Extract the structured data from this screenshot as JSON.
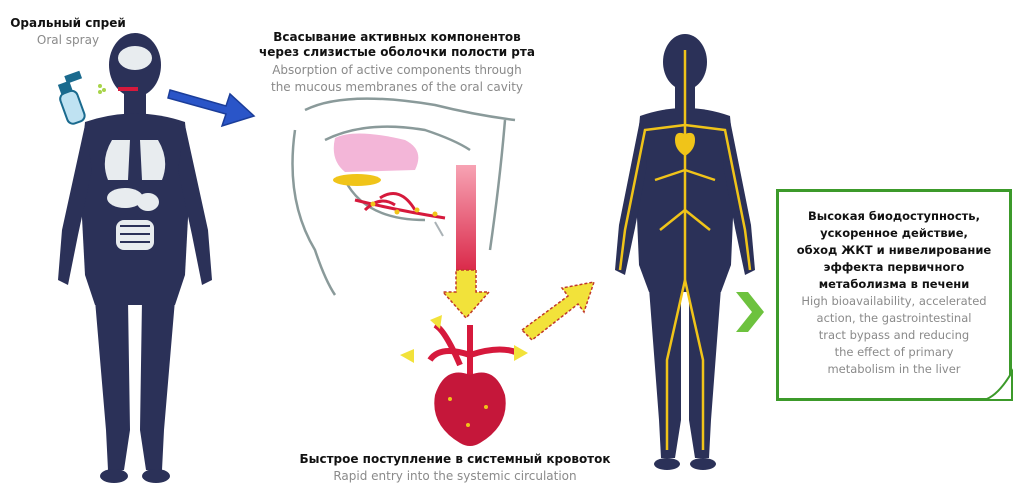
{
  "oral_spray": {
    "label_ru": "Оральный спрей",
    "label_en": "Oral spray"
  },
  "absorption": {
    "label_ru_line1": "Всасывание активных компонентов",
    "label_ru_line2": "через слизистые оболочки полости рта",
    "label_en_line1": "Absorption of active components through",
    "label_en_line2": "the mucous membranes of the oral cavity"
  },
  "circulation": {
    "label_ru": "Быстрое поступление в системный кровоток",
    "label_en": "Rapid entry into the systemic circulation"
  },
  "benefits": {
    "ru_line1": "Высокая биодоступность,",
    "ru_line2": "ускоренное действие,",
    "ru_line3": "обход ЖКТ и нивелирование",
    "ru_line4": "эффекта первичного",
    "ru_line5": "метаболизма в печени",
    "en_line1": "High bioavailability, accelerated",
    "en_line2": "action, the gastrointestinal",
    "en_line3": "tract bypass and reducing",
    "en_line4": "the effect of primary",
    "en_line5": "metabolism in the liver"
  },
  "colors": {
    "body_silhouette": "#2b3158",
    "organs": "#e8ecef",
    "blue_arrow": "#2a55c8",
    "yellow_arrow": "#f2e23a",
    "vessel": "#d6193c",
    "heart": "#c5173a",
    "nerve_yellow": "#f0c419",
    "green_frame": "#3c9a2a",
    "green_chevron": "#6dc23e",
    "mouth_outline": "#8a9a9a",
    "tongue": "#f3b6d8"
  },
  "icons": [
    "spray-bottle-icon",
    "human-body-icon",
    "mouth-cross-section-icon",
    "heart-icon",
    "circulatory-body-icon"
  ]
}
